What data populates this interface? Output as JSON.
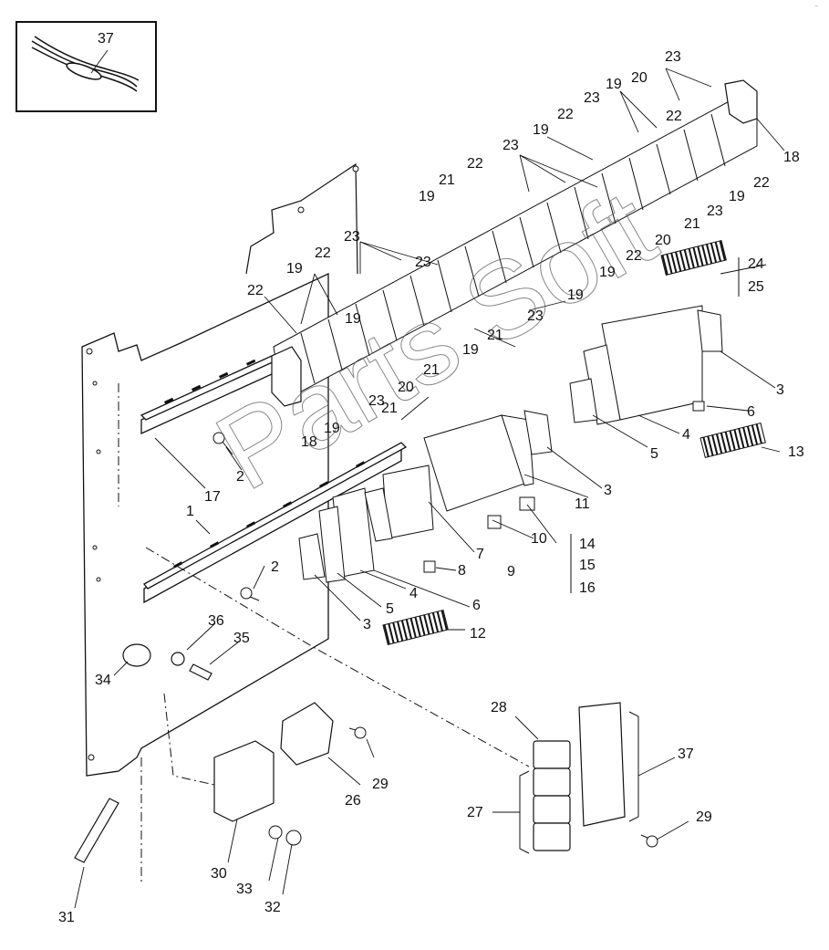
{
  "corner_mark": "–",
  "watermark": "Parts Soft",
  "callouts": {
    "c1": "1",
    "c2a": "2",
    "c2b": "2",
    "c3a": "3",
    "c3b": "3",
    "c3c": "3",
    "c4a": "4",
    "c4b": "4",
    "c5a": "5",
    "c5b": "5",
    "c6a": "6",
    "c6b": "6",
    "c7": "7",
    "c8": "8",
    "c9": "9",
    "c10": "10",
    "c11": "11",
    "c12": "12",
    "c13": "13",
    "c14": "14",
    "c15": "15",
    "c16": "16",
    "c17": "17",
    "c18a": "18",
    "c18b": "18",
    "c19a": "19",
    "c19b": "19",
    "c19c": "19",
    "c19d": "19",
    "c19e": "19",
    "c19f": "19",
    "c19g": "19",
    "c19h": "19",
    "c19i": "19",
    "c19j": "19",
    "c20a": "20",
    "c20b": "20",
    "c20c": "20",
    "c21a": "21",
    "c21b": "21",
    "c21c": "21",
    "c21d": "21",
    "c21e": "21",
    "c22a": "22",
    "c22b": "22",
    "c22c": "22",
    "c22d": "22",
    "c22e": "22",
    "c22f": "22",
    "c22g": "22",
    "c23a": "23",
    "c23b": "23",
    "c23c": "23",
    "c23d": "23",
    "c23e": "23",
    "c23f": "23",
    "c23g": "23",
    "c23h": "23",
    "c24": "24",
    "c25": "25",
    "c26": "26",
    "c27": "27",
    "c28": "28",
    "c29a": "29",
    "c29b": "29",
    "c30": "30",
    "c31": "31",
    "c32": "32",
    "c33": "33",
    "c34": "34",
    "c35": "35",
    "c36": "36",
    "c37a": "37",
    "c37b": "37"
  }
}
